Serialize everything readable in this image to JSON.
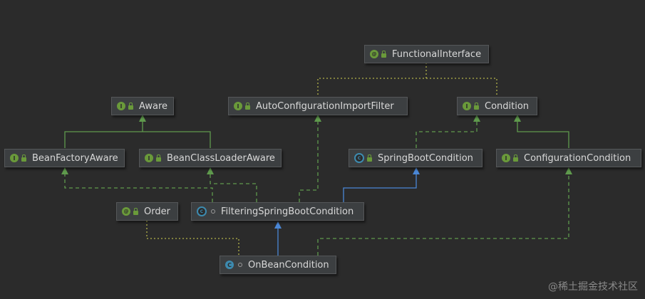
{
  "nodes": {
    "functional_interface": {
      "label": "FunctionalInterface",
      "icon": "annotation-icon"
    },
    "aware": {
      "label": "Aware",
      "icon": "interface-icon"
    },
    "auto_configuration_import_filter": {
      "label": "AutoConfigurationImportFilter",
      "icon": "interface-icon"
    },
    "condition": {
      "label": "Condition",
      "icon": "interface-icon"
    },
    "bean_factory_aware": {
      "label": "BeanFactoryAware",
      "icon": "interface-icon"
    },
    "bean_class_loader_aware": {
      "label": "BeanClassLoaderAware",
      "icon": "interface-icon"
    },
    "spring_boot_condition": {
      "label": "SpringBootCondition",
      "icon": "abstract-class-icon"
    },
    "configuration_condition": {
      "label": "ConfigurationCondition",
      "icon": "interface-icon"
    },
    "order": {
      "label": "Order",
      "icon": "annotation-icon"
    },
    "filtering_spring_boot_condition": {
      "label": "FilteringSpringBootCondition",
      "icon": "abstract-class-icon"
    },
    "on_bean_condition": {
      "label": "OnBeanCondition",
      "icon": "class-icon"
    }
  },
  "colors": {
    "background": "#2b2b2b",
    "node_fill": "#3c3f41",
    "extends_interface_line": "#5f9a4d",
    "implements_line": "#5f9a4d",
    "extends_class_line": "#4a87d6",
    "annotation_line": "#b3b34a"
  },
  "watermark": "@稀土掘金技术社区"
}
